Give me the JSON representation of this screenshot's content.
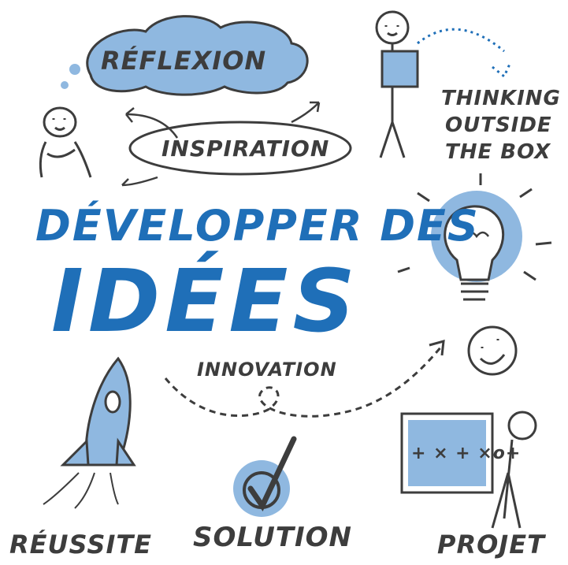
{
  "colors": {
    "ink": "#3d3d3d",
    "accent_blue": "#1f6fb8",
    "light_blue": "#8fb8e0"
  },
  "title": {
    "line1": "DÉVELOPPER DES",
    "line2": "IDÉES"
  },
  "labels": {
    "reflexion": "RÉFLEXION",
    "inspiration": "INSPIRATION",
    "thinking1": "THINKING",
    "thinking2": "OUTSIDE",
    "thinking3": "THE BOX",
    "innovation": "INNOVATION",
    "reussite": "RÉUSSITE",
    "solution": "SOLUTION",
    "projet": "PROJET",
    "board_marks": "+ ×  + ×o+"
  },
  "icons": [
    "thought-cloud-icon",
    "thinking-person-icon",
    "person-with-box-icon",
    "lightbulb-icon",
    "smiley-icon",
    "rocket-icon",
    "checkmark-icon",
    "person-with-board-icon"
  ]
}
